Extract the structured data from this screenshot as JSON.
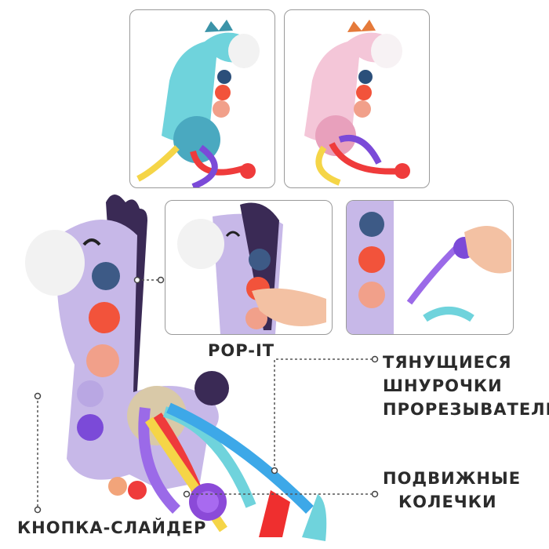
{
  "labels": {
    "pop_it": "POP-IT",
    "pull_strings": [
      "ТЯНУЩИЕСЯ",
      "ШНУРОЧКИ",
      "ПРОРЕЗЫВАТЕЛИ"
    ],
    "moving_rings": [
      "ПОДВИЖНЫЕ",
      "КОЛЕЧКИ"
    ],
    "slider_button": "КНОПКА-СЛАЙДЕР"
  },
  "colors": {
    "toy_purple": "#c7b8e8",
    "toy_dark": "#3a2a55",
    "toy_blue": "#6fd3dc",
    "toy_pink": "#f4c6d8",
    "accent_red": "#f2533b",
    "label_text": "#2b2b2b",
    "panel_border": "#9a9a9a"
  }
}
